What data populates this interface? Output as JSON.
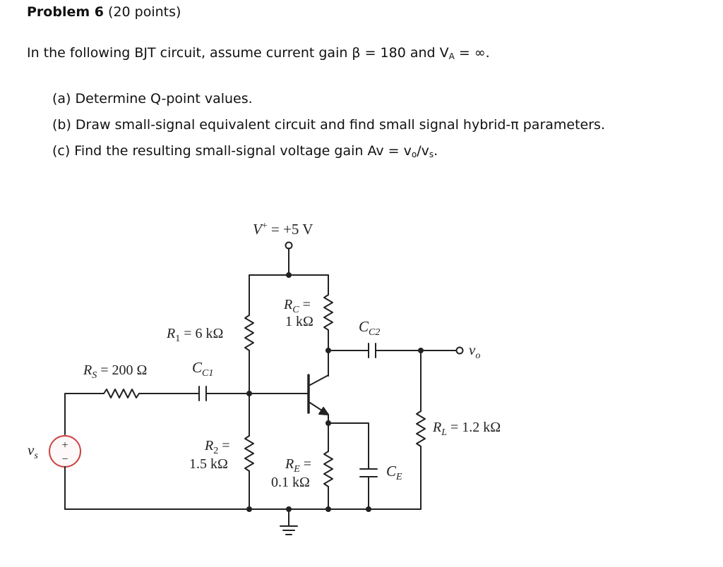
{
  "problem": {
    "title_bold": "Problem 6",
    "title_rest": "(20 points)",
    "intro_pre": "In the following BJT circuit, assume current gain β = 180 and V",
    "intro_sub": "A",
    "intro_post": " = ∞.",
    "parts": {
      "a": "(a)  Determine Q-point values.",
      "b": "(b)  Draw small-signal equivalent circuit and find small signal hybrid-π parameters.",
      "c_pre": "(c)  Find the resulting small-signal voltage gain Av = v",
      "c_sub1": "o",
      "c_mid": "/v",
      "c_sub2": "s",
      "c_post": "."
    }
  },
  "circuit": {
    "supply": {
      "main": "V",
      "sup": "+",
      "rest": " = +5 V"
    },
    "rc": {
      "name": "R",
      "sub": "C",
      "eq": " =",
      "value": "1 kΩ"
    },
    "r1": {
      "name": "R",
      "sub": "1",
      "rest": " = 6 kΩ"
    },
    "cc2": {
      "name": "C",
      "sub": "C2"
    },
    "vo": {
      "name": "v",
      "sub": "o"
    },
    "rs": {
      "name": "R",
      "sub": "S",
      "rest": " = 200 Ω"
    },
    "cc1": {
      "name": "C",
      "sub": "C1"
    },
    "rl": {
      "name": "R",
      "sub": "L",
      "rest": " = 1.2 kΩ"
    },
    "vs": {
      "name": "v",
      "sub": "s",
      "plus": "+",
      "minus": "−"
    },
    "r2": {
      "name": "R",
      "sub": "2",
      "eq": " =",
      "value": "1.5 kΩ"
    },
    "re": {
      "name": "R",
      "sub": "E",
      "eq": " =",
      "value": "0.1 kΩ"
    },
    "ce": {
      "name": "C",
      "sub": "E"
    }
  }
}
